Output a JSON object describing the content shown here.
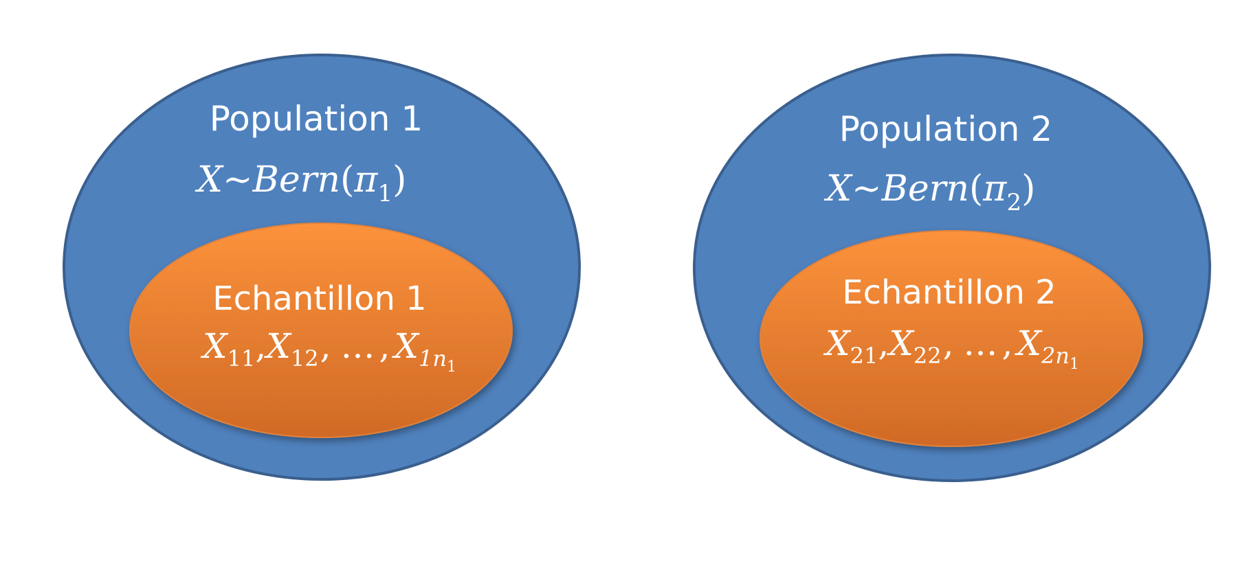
{
  "colors": {
    "population_fill": "#4f81bd",
    "population_stroke": "#3a5f8e",
    "sample_fill_top": "#fc923b",
    "sample_fill_bottom": "#d06a26",
    "sample_stroke": "#e2823a",
    "text": "#ffffff",
    "background": "#ffffff"
  },
  "populations": [
    {
      "title": "Population 1",
      "dist": {
        "var": "X",
        "tilde": "~",
        "fn": "Bern",
        "open": "(",
        "param": "π",
        "sub": "1",
        "close": ")"
      },
      "sample": {
        "title": "Echantillon 1",
        "seq": {
          "x1": "X",
          "x1_sub": "11",
          "comma1": ",",
          "x2": "X",
          "x2_sub": "12",
          "comma2": ",",
          "dots": "…",
          "comma3": ",",
          "xn": "X",
          "xn_sub": "1n",
          "xn_subsub": "1"
        }
      }
    },
    {
      "title": "Population 2",
      "dist": {
        "var": "X",
        "tilde": "~",
        "fn": "Bern",
        "open": "(",
        "param": "π",
        "sub": "2",
        "close": ")"
      },
      "sample": {
        "title": "Echantillon 2",
        "seq": {
          "x1": "X",
          "x1_sub": "21",
          "comma1": ",",
          "x2": "X",
          "x2_sub": "22",
          "comma2": ",",
          "dots": "…",
          "comma3": ",",
          "xn": "X",
          "xn_sub": "2n",
          "xn_subsub": "1"
        }
      }
    }
  ]
}
